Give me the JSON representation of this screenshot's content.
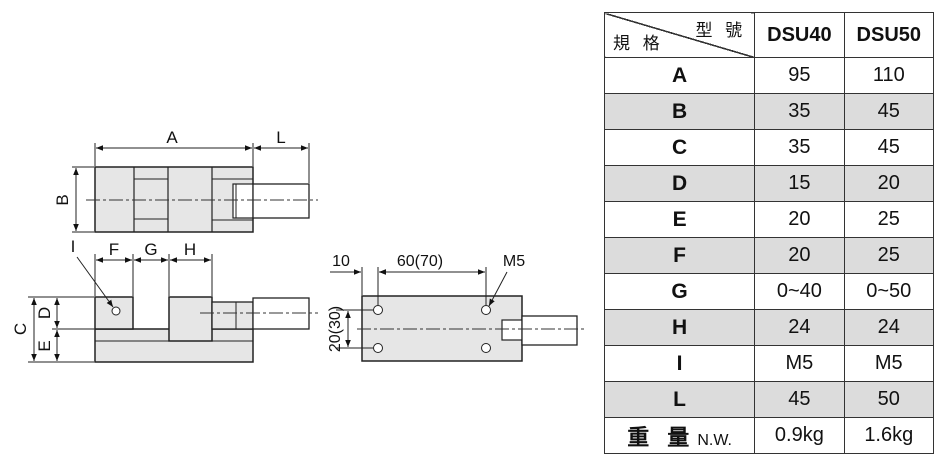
{
  "drawing": {
    "top_view": {
      "dim_a": "A",
      "dim_l": "L",
      "dim_b": "B"
    },
    "side_view": {
      "dim_i": "I",
      "dim_f": "F",
      "dim_g": "G",
      "dim_h": "H",
      "dim_c": "C",
      "dim_d": "D",
      "dim_e": "E"
    },
    "end_view": {
      "dim_10": "10",
      "dim_pitch": "60(70)",
      "dim_m5": "M5",
      "dim_vert": "20(30)"
    }
  },
  "table": {
    "header": {
      "top_right": "型 號",
      "bottom_left": "規 格",
      "col1": "DSU40",
      "col2": "DSU50"
    },
    "rows": [
      {
        "key": "A",
        "v1": "95",
        "v2": "110"
      },
      {
        "key": "B",
        "v1": "35",
        "v2": "45"
      },
      {
        "key": "C",
        "v1": "35",
        "v2": "45"
      },
      {
        "key": "D",
        "v1": "15",
        "v2": "20"
      },
      {
        "key": "E",
        "v1": "20",
        "v2": "25"
      },
      {
        "key": "F",
        "v1": "20",
        "v2": "25"
      },
      {
        "key": "G",
        "v1": "0~40",
        "v2": "0~50"
      },
      {
        "key": "H",
        "v1": "24",
        "v2": "24"
      },
      {
        "key": "I",
        "v1": "M5",
        "v2": "M5"
      },
      {
        "key": "L",
        "v1": "45",
        "v2": "50"
      }
    ],
    "weight": {
      "label_cn": "重 量",
      "label_en": "N.W.",
      "v1": "0.9kg",
      "v2": "1.6kg"
    }
  }
}
